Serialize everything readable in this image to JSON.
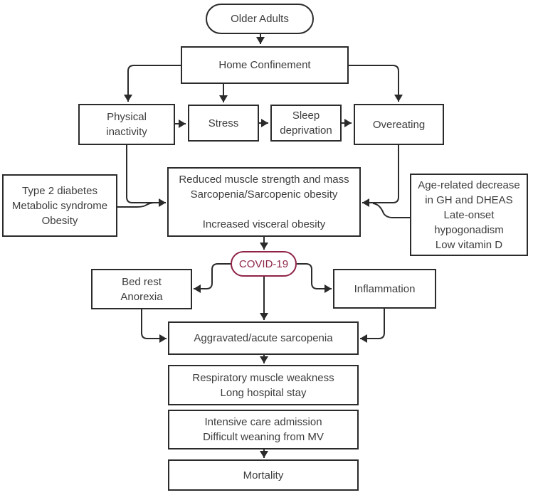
{
  "colors": {
    "line": "#2b2b2b",
    "text": "#3d3d3d",
    "covid": "#8e2347",
    "background": "#ffffff"
  },
  "nodes": {
    "older_adults": {
      "label": "Older Adults"
    },
    "home_confinement": {
      "label": "Home Confinement"
    },
    "physical_inactivity": {
      "lines": [
        "Physical",
        "inactivity"
      ]
    },
    "stress": {
      "label": "Stress"
    },
    "sleep_deprivation": {
      "lines": [
        "Sleep",
        "deprivation"
      ]
    },
    "overeating": {
      "label": "Overeating"
    },
    "type2_diabetes": {
      "lines": [
        "Type 2 diabetes",
        "Metabolic syndrome",
        "Obesity"
      ]
    },
    "sarcopenia_central": {
      "lines": [
        "Reduced muscle strength and mass",
        "Sarcopenia/Sarcopenic obesity",
        "",
        "Increased visceral obesity"
      ]
    },
    "age_related": {
      "lines": [
        "Age-related decrease",
        "in GH and DHEAS",
        "Late-onset",
        "hypogonadism",
        "Low vitamin D"
      ]
    },
    "covid": {
      "label": "COVID-19"
    },
    "bed_rest": {
      "lines": [
        "Bed rest",
        "Anorexia"
      ]
    },
    "inflammation": {
      "label": "Inflammation"
    },
    "aggravated_sarcopenia": {
      "label": "Aggravated/acute sarcopenia"
    },
    "respiratory": {
      "lines": [
        "Respiratory muscle weakness",
        "Long hospital stay"
      ]
    },
    "intensive_care": {
      "lines": [
        "Intensive care admission",
        "Difficult weaning from MV"
      ]
    },
    "mortality": {
      "label": "Mortality"
    }
  }
}
